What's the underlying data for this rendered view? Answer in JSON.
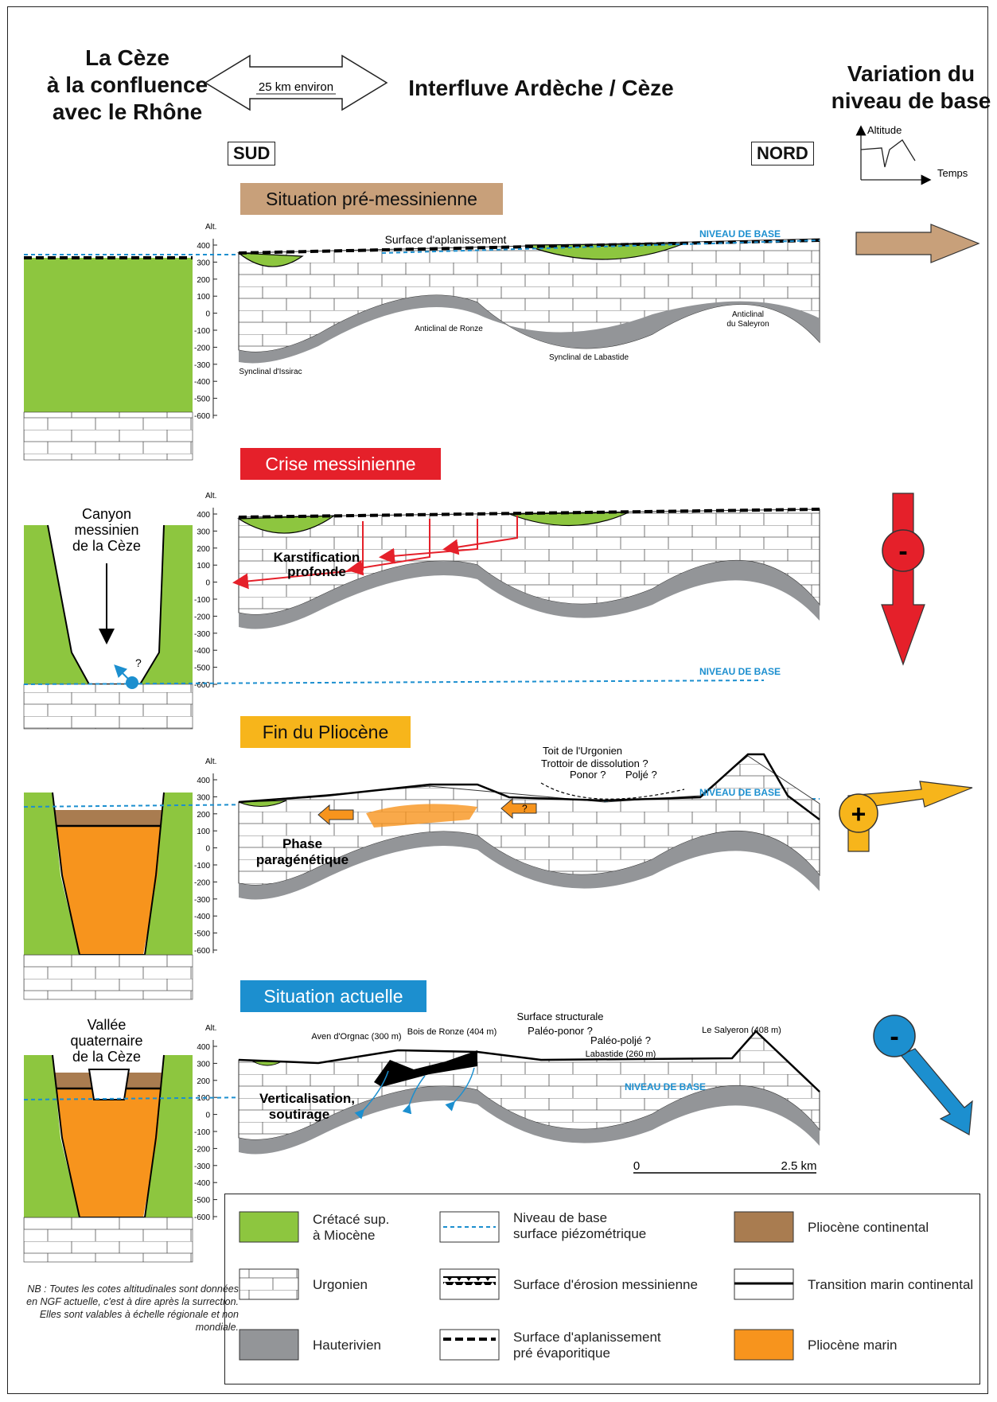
{
  "header": {
    "left_title": [
      "La Cèze",
      "à la confluence",
      "avec le Rhône"
    ],
    "scale_note": "25 km environ",
    "center_title": "Interfluve Ardèche / Cèze",
    "right_title": [
      "Variation du",
      "niveau de base"
    ],
    "south": "SUD",
    "north": "NORD",
    "inset_axes": {
      "y": "Altitude",
      "x": "Temps"
    }
  },
  "panels": [
    {
      "title": "Situation pré-messinienne",
      "color": "#c8a07a",
      "labels": {
        "surface": "Surface d'aplanissement",
        "base": "NIVEAU DE BASE",
        "anticline_ronze": "Anticlinal de Ronze",
        "syncline_issirac": "Synclinal d'Issirac",
        "syncline_labastide": "Synclinal de Labastide",
        "anticline_saleyron_1": "Anticlinal",
        "anticline_saleyron_2": "du Saleyron"
      }
    },
    {
      "title": "Crise messinienne",
      "color": "#e5202a",
      "labels": {
        "canyon_1": "Canyon",
        "canyon_2": "messinien",
        "canyon_3": "de la Cèze",
        "question": "?",
        "karst_1": "Karstification",
        "karst_2": "profonde",
        "base": "NIVEAU DE BASE",
        "sign": "-"
      }
    },
    {
      "title": "Fin du Pliocène",
      "color": "#f7b51b",
      "labels": {
        "phase_1": "Phase",
        "phase_2": "paragénétique",
        "toit": "Toit de l'Urgonien",
        "trottoir": "Trottoir de dissolution ?",
        "ponor": "Ponor ?",
        "polje": "Poljé ?",
        "question": "?",
        "base": "NIVEAU DE BASE",
        "sign": "+"
      }
    },
    {
      "title": "Situation actuelle",
      "color": "#1c8fcf",
      "labels": {
        "vallee_1": "Vallée",
        "vallee_2": "quaternaire",
        "vallee_3": "de la Cèze",
        "vertical_1": "Verticalisation,",
        "vertical_2": "soutirage",
        "base": "NIVEAU DE BASE",
        "aven": "Aven d'Orgnac (300 m)",
        "bois": "Bois de Ronze (404 m)",
        "struct": "Surface structurale",
        "paleo_ponor": "Paléo-ponor ?",
        "paleo_polje": "Paléo-poljé ?",
        "labastide": "Labastide (260 m)",
        "saleyron": "Le Salyeron (408 m)",
        "scale_0": "0",
        "scale_km": "2.5 km",
        "sign": "-"
      }
    }
  ],
  "altitude_axis": {
    "label": "Alt.",
    "ticks": [
      "400",
      "300",
      "200",
      "100",
      "0",
      "-100",
      "-200",
      "-300",
      "-400",
      "-500",
      "-600"
    ]
  },
  "legend": {
    "items": [
      {
        "label": [
          "Crétacé sup.",
          "à Miocène"
        ],
        "color": "#8dc63f"
      },
      {
        "label": [
          "Urgonien"
        ],
        "color": "#ffffff"
      },
      {
        "label": [
          "Hauterivien"
        ],
        "color": "#939598"
      },
      {
        "label": [
          "Niveau de base",
          "surface piézométrique"
        ],
        "color": "#1c8fcf"
      },
      {
        "label": [
          "Surface d'érosion messinienne"
        ],
        "color": "#000000"
      },
      {
        "label": [
          "Surface d'aplanissement",
          "pré évaporitique"
        ],
        "color": "#000000"
      },
      {
        "label": [
          "Pliocène continental"
        ],
        "color": "#a97c50"
      },
      {
        "label": [
          "Transition marin continental"
        ],
        "color": "#000000"
      },
      {
        "label": [
          "Pliocène marin"
        ],
        "color": "#f7941d"
      }
    ]
  },
  "footnote": "NB : Toutes les cotes altitudinales sont données en NGF actuelle, c'est à dire après la surrection. Elles sont valables à échelle régionale et non mondiale."
}
